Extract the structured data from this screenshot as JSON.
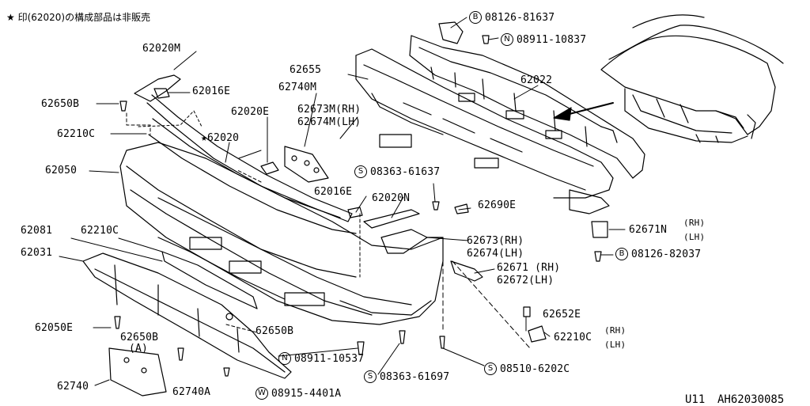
{
  "note": "★ 印(62020)の構成部品は非販売",
  "footer": {
    "code": "U11",
    "ref": "AH62030085"
  },
  "labels": {
    "p62020M": "62020M",
    "p62016E_top": "62016E",
    "p62650B_top": "62650B",
    "p62210C_top": "62210C",
    "p62020E": "62020E",
    "p62020_star": "★62020",
    "p62050": "62050",
    "p62081": "62081",
    "p62210C_mid": "62210C",
    "p62031": "62031",
    "p62050E": "62050E",
    "p62650B_a": "62650B",
    "p62650B_a_sub": "(A)",
    "p62740": "62740",
    "p62740A": "62740A",
    "w08915": "08915-4401A",
    "w08915_mark": "W",
    "n08911_bot": "08911-10537",
    "n08911_bot_mark": "N",
    "s08363_bot": "08363-61697",
    "s08363_bot_mark": "S",
    "s08510": "08510-6202C",
    "s08510_mark": "S",
    "p62650B_mid": "62650B",
    "p62655": "62655",
    "p62740M": "62740M",
    "p62673M": "62673M(RH)",
    "p62674M": "62674M(LH)",
    "s08363_top": "08363-61637",
    "s08363_top_mark": "S",
    "p62016E_mid": "62016E",
    "p62020N": "62020N",
    "p62690E": "62690E",
    "p62673": "62673(RH)",
    "p62674": "62674(LH)",
    "p62671": "62671 (RH)",
    "p62672": "62672(LH)",
    "p62652E": "62652E",
    "p62210C_right": "62210C",
    "rh": "(RH)",
    "lh": "(LH)",
    "b08126_top": "08126-81637",
    "b08126_top_mark": "B",
    "n08911_top": "08911-10837",
    "n08911_top_mark": "N",
    "p62022": "62022",
    "p62671N": "62671N",
    "rh2": "(RH)",
    "lh2": "(LH)",
    "b08126_bot": "08126-82037",
    "b08126_bot_mark": "B"
  }
}
